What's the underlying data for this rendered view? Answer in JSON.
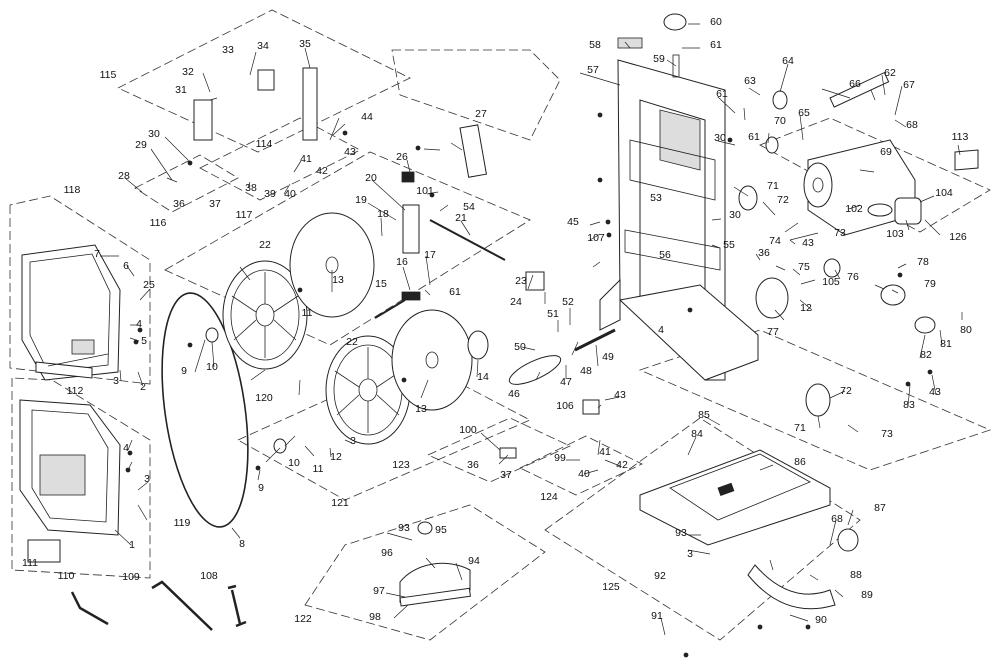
{
  "labels": [
    "1",
    "2",
    "3",
    "4",
    "5",
    "6",
    "7",
    "8",
    "9",
    "10",
    "11",
    "12",
    "13",
    "14",
    "15",
    "16",
    "17",
    "18",
    "19",
    "20",
    "21",
    "22",
    "23",
    "24",
    "25",
    "26",
    "27",
    "28",
    "29",
    "30",
    "31",
    "32",
    "33",
    "34",
    "35",
    "36",
    "37",
    "38",
    "39",
    "40",
    "41",
    "42",
    "43",
    "44",
    "45",
    "46",
    "47",
    "48",
    "49",
    "50",
    "51",
    "52",
    "53",
    "54",
    "55",
    "56",
    "57",
    "58",
    "59",
    "60",
    "61",
    "62",
    "63",
    "64",
    "65",
    "66",
    "67",
    "68",
    "69",
    "70",
    "71",
    "72",
    "73",
    "74",
    "75",
    "76",
    "77",
    "78",
    "79",
    "80",
    "81",
    "82",
    "83",
    "84",
    "85",
    "86",
    "87",
    "88",
    "89",
    "90",
    "91",
    "92",
    "93",
    "94",
    "95",
    "96",
    "97",
    "98",
    "99",
    "100",
    "101",
    "102",
    "103",
    "104",
    "105",
    "106",
    "107",
    "108",
    "109",
    "110",
    "111",
    "112",
    "113",
    "114",
    "115",
    "116",
    "117",
    "118",
    "119",
    "120",
    "121",
    "122",
    "123",
    "124",
    "125",
    "126"
  ]
}
